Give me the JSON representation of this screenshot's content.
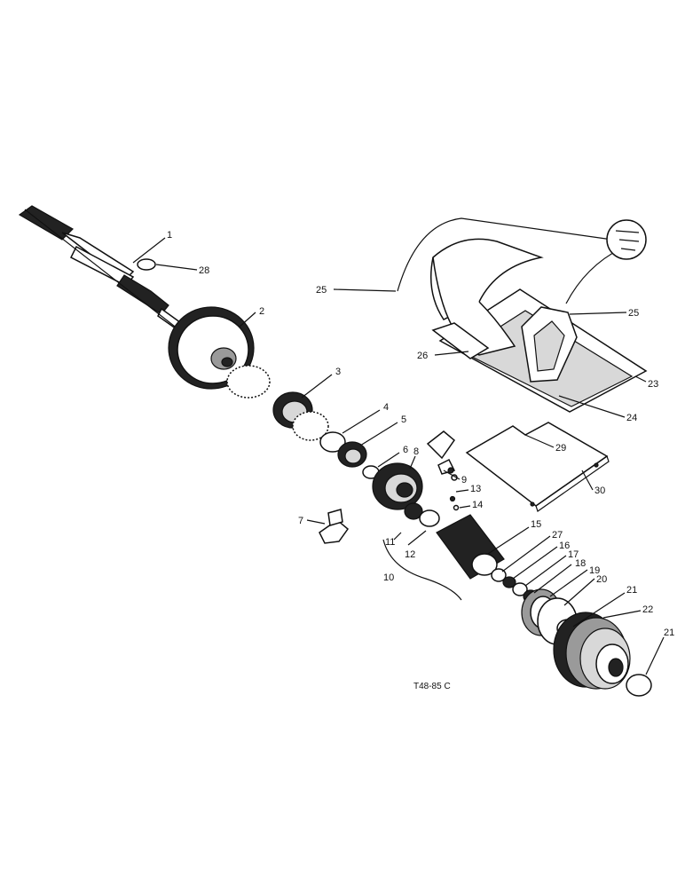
{
  "diagram": {
    "code": "T48-85 C",
    "callouts": [
      "1",
      "2",
      "3",
      "4",
      "5",
      "6",
      "7",
      "8",
      "9",
      "10",
      "11",
      "12",
      "13",
      "14",
      "15",
      "16",
      "17",
      "18",
      "19",
      "20",
      "21",
      "21",
      "22",
      "23",
      "24",
      "25",
      "25",
      "26",
      "27",
      "28",
      "29",
      "30"
    ]
  }
}
